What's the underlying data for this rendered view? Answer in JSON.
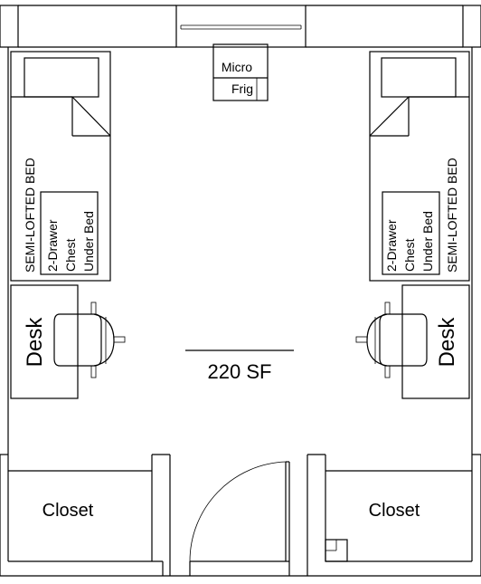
{
  "floorplan": {
    "area_label": "220 SF",
    "appliances": {
      "microwave": "Micro",
      "fridge": "Frig"
    },
    "left": {
      "bed": "SEMI-LOFTED BED",
      "chest": [
        "2-Drawer",
        "Chest",
        "Under Bed"
      ],
      "desk": "Desk",
      "closet": "Closet"
    },
    "right": {
      "bed": "SEMI-LOFTED BED",
      "chest": [
        "2-Drawer",
        "Chest",
        "Under Bed"
      ],
      "desk": "Desk",
      "closet": "Closet"
    }
  }
}
